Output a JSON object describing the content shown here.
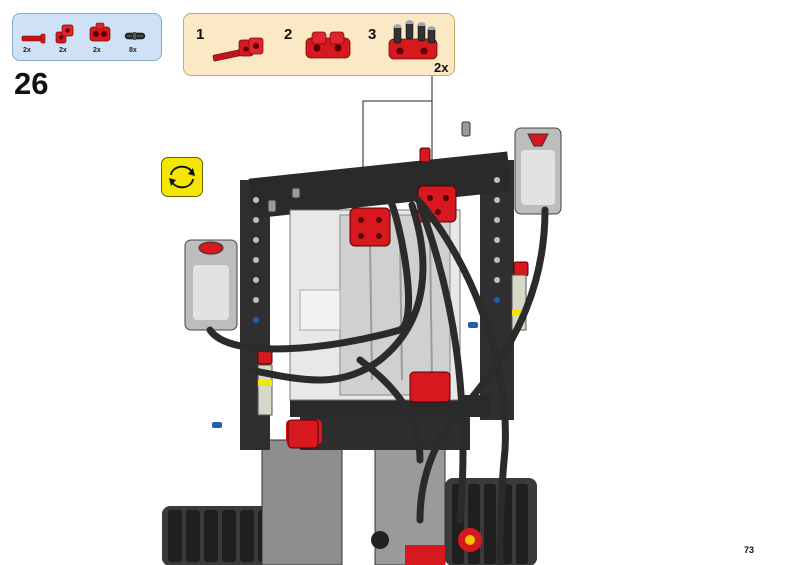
{
  "parts_callout": {
    "items": [
      {
        "name": "axle-with-stop",
        "qty": "2x"
      },
      {
        "name": "axle-pin-connector",
        "qty": "2x"
      },
      {
        "name": "double-cross-block",
        "qty": "2x"
      },
      {
        "name": "black-friction-pin",
        "qty": "8x"
      }
    ]
  },
  "step_number": "26",
  "subassembly": {
    "steps": [
      "1",
      "2",
      "3"
    ],
    "multiplier": "2x"
  },
  "rotate_icon": "rotate-model-icon",
  "page_number": "73",
  "colors": {
    "parts_bg": "#cfe1f4",
    "sub_bg": "#fbe8c4",
    "rotate_bg": "#f3e600",
    "red": "#d7191f",
    "dark": "#2b2b2b"
  }
}
